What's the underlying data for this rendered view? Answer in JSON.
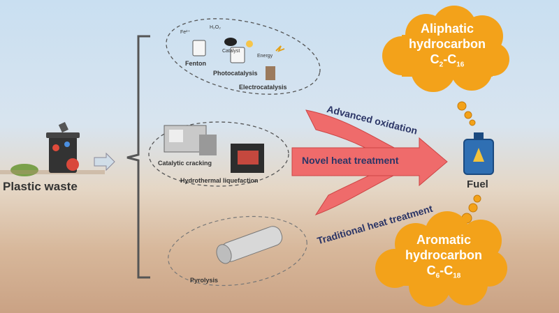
{
  "diagram": {
    "source": {
      "label": "Plastic waste"
    },
    "groups": {
      "advanced_oxidation": {
        "label": "Advanced oxidation",
        "methods": [
          "Fenton",
          "Photocatalysis",
          "Electrocatalysis"
        ],
        "annotations": [
          "Fe²⁺",
          "H₂O₂",
          "Catalyst",
          "Energy"
        ]
      },
      "novel_heat": {
        "label": "Novel heat treatment",
        "methods": [
          "Catalytic cracking",
          "Hydrothermal liquefaction"
        ]
      },
      "traditional_heat": {
        "label": "Traditional heat treatment",
        "methods": [
          "Pyrolysis"
        ]
      }
    },
    "product": {
      "label": "Fuel"
    },
    "outputs": [
      {
        "line1": "Aliphatic",
        "line2": "hydrocarbon",
        "formula_base": "C",
        "sub1": "2",
        "formula_sep": "-C",
        "sub2": "16"
      },
      {
        "line1": "Aromatic",
        "line2": "hydrocarbon",
        "formula_base": "C",
        "sub1": "6",
        "formula_sep": "-C",
        "sub2": "18"
      }
    ]
  },
  "colors": {
    "arrow_red": "#ef6b6b",
    "cloud_orange": "#f3a21a",
    "ellipse_line": "#555555"
  }
}
